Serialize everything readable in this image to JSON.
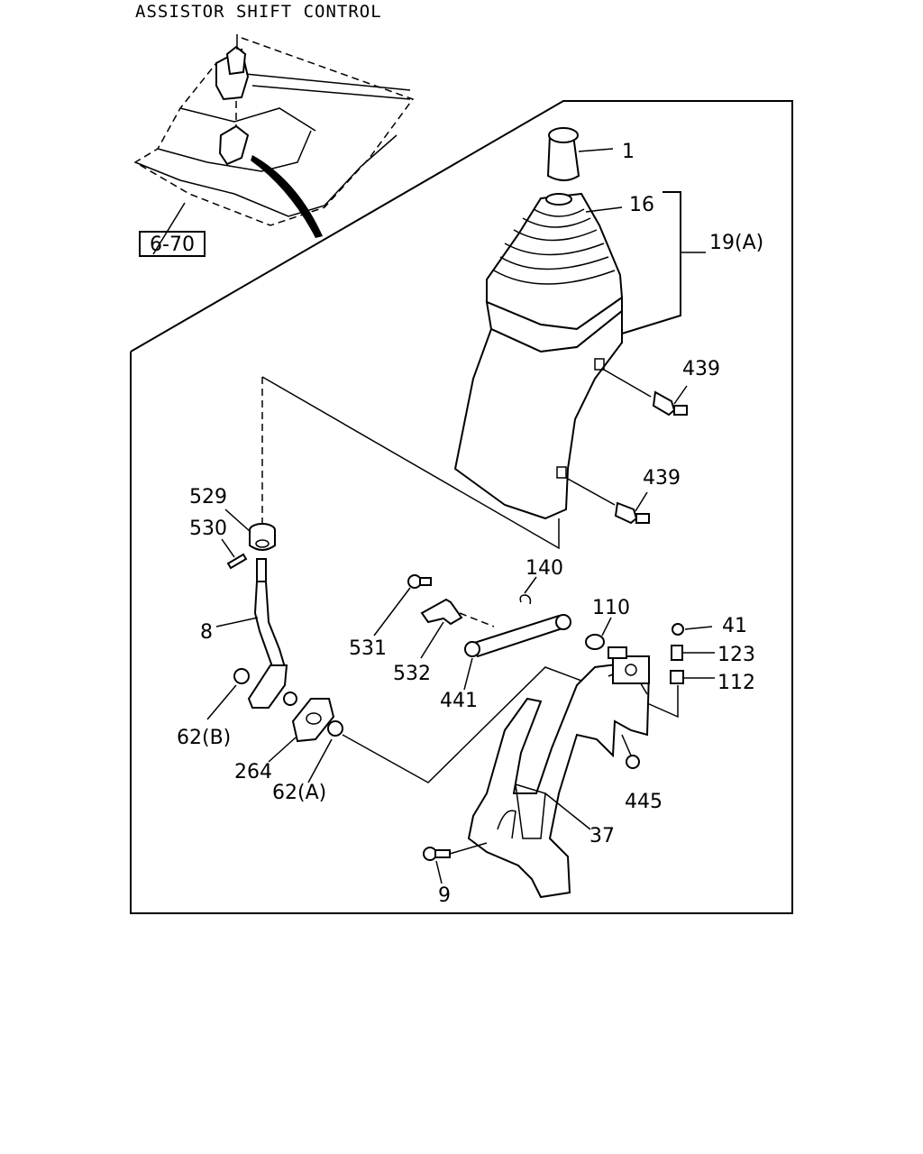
{
  "title": "ASSISTOR SHIFT CONTROL",
  "ref_box": "6-70",
  "callouts": {
    "p1": "1",
    "p16": "16",
    "p19a": "19(A)",
    "p439a": "439",
    "p439b": "439",
    "p529": "529",
    "p530": "530",
    "p8": "8",
    "p62b": "62(B)",
    "p264": "264",
    "p62a": "62(A)",
    "p531": "531",
    "p532": "532",
    "p441": "441",
    "p140": "140",
    "p110": "110",
    "p41": "41",
    "p123": "123",
    "p112": "112",
    "p445": "445",
    "p37": "37",
    "p9": "9"
  }
}
